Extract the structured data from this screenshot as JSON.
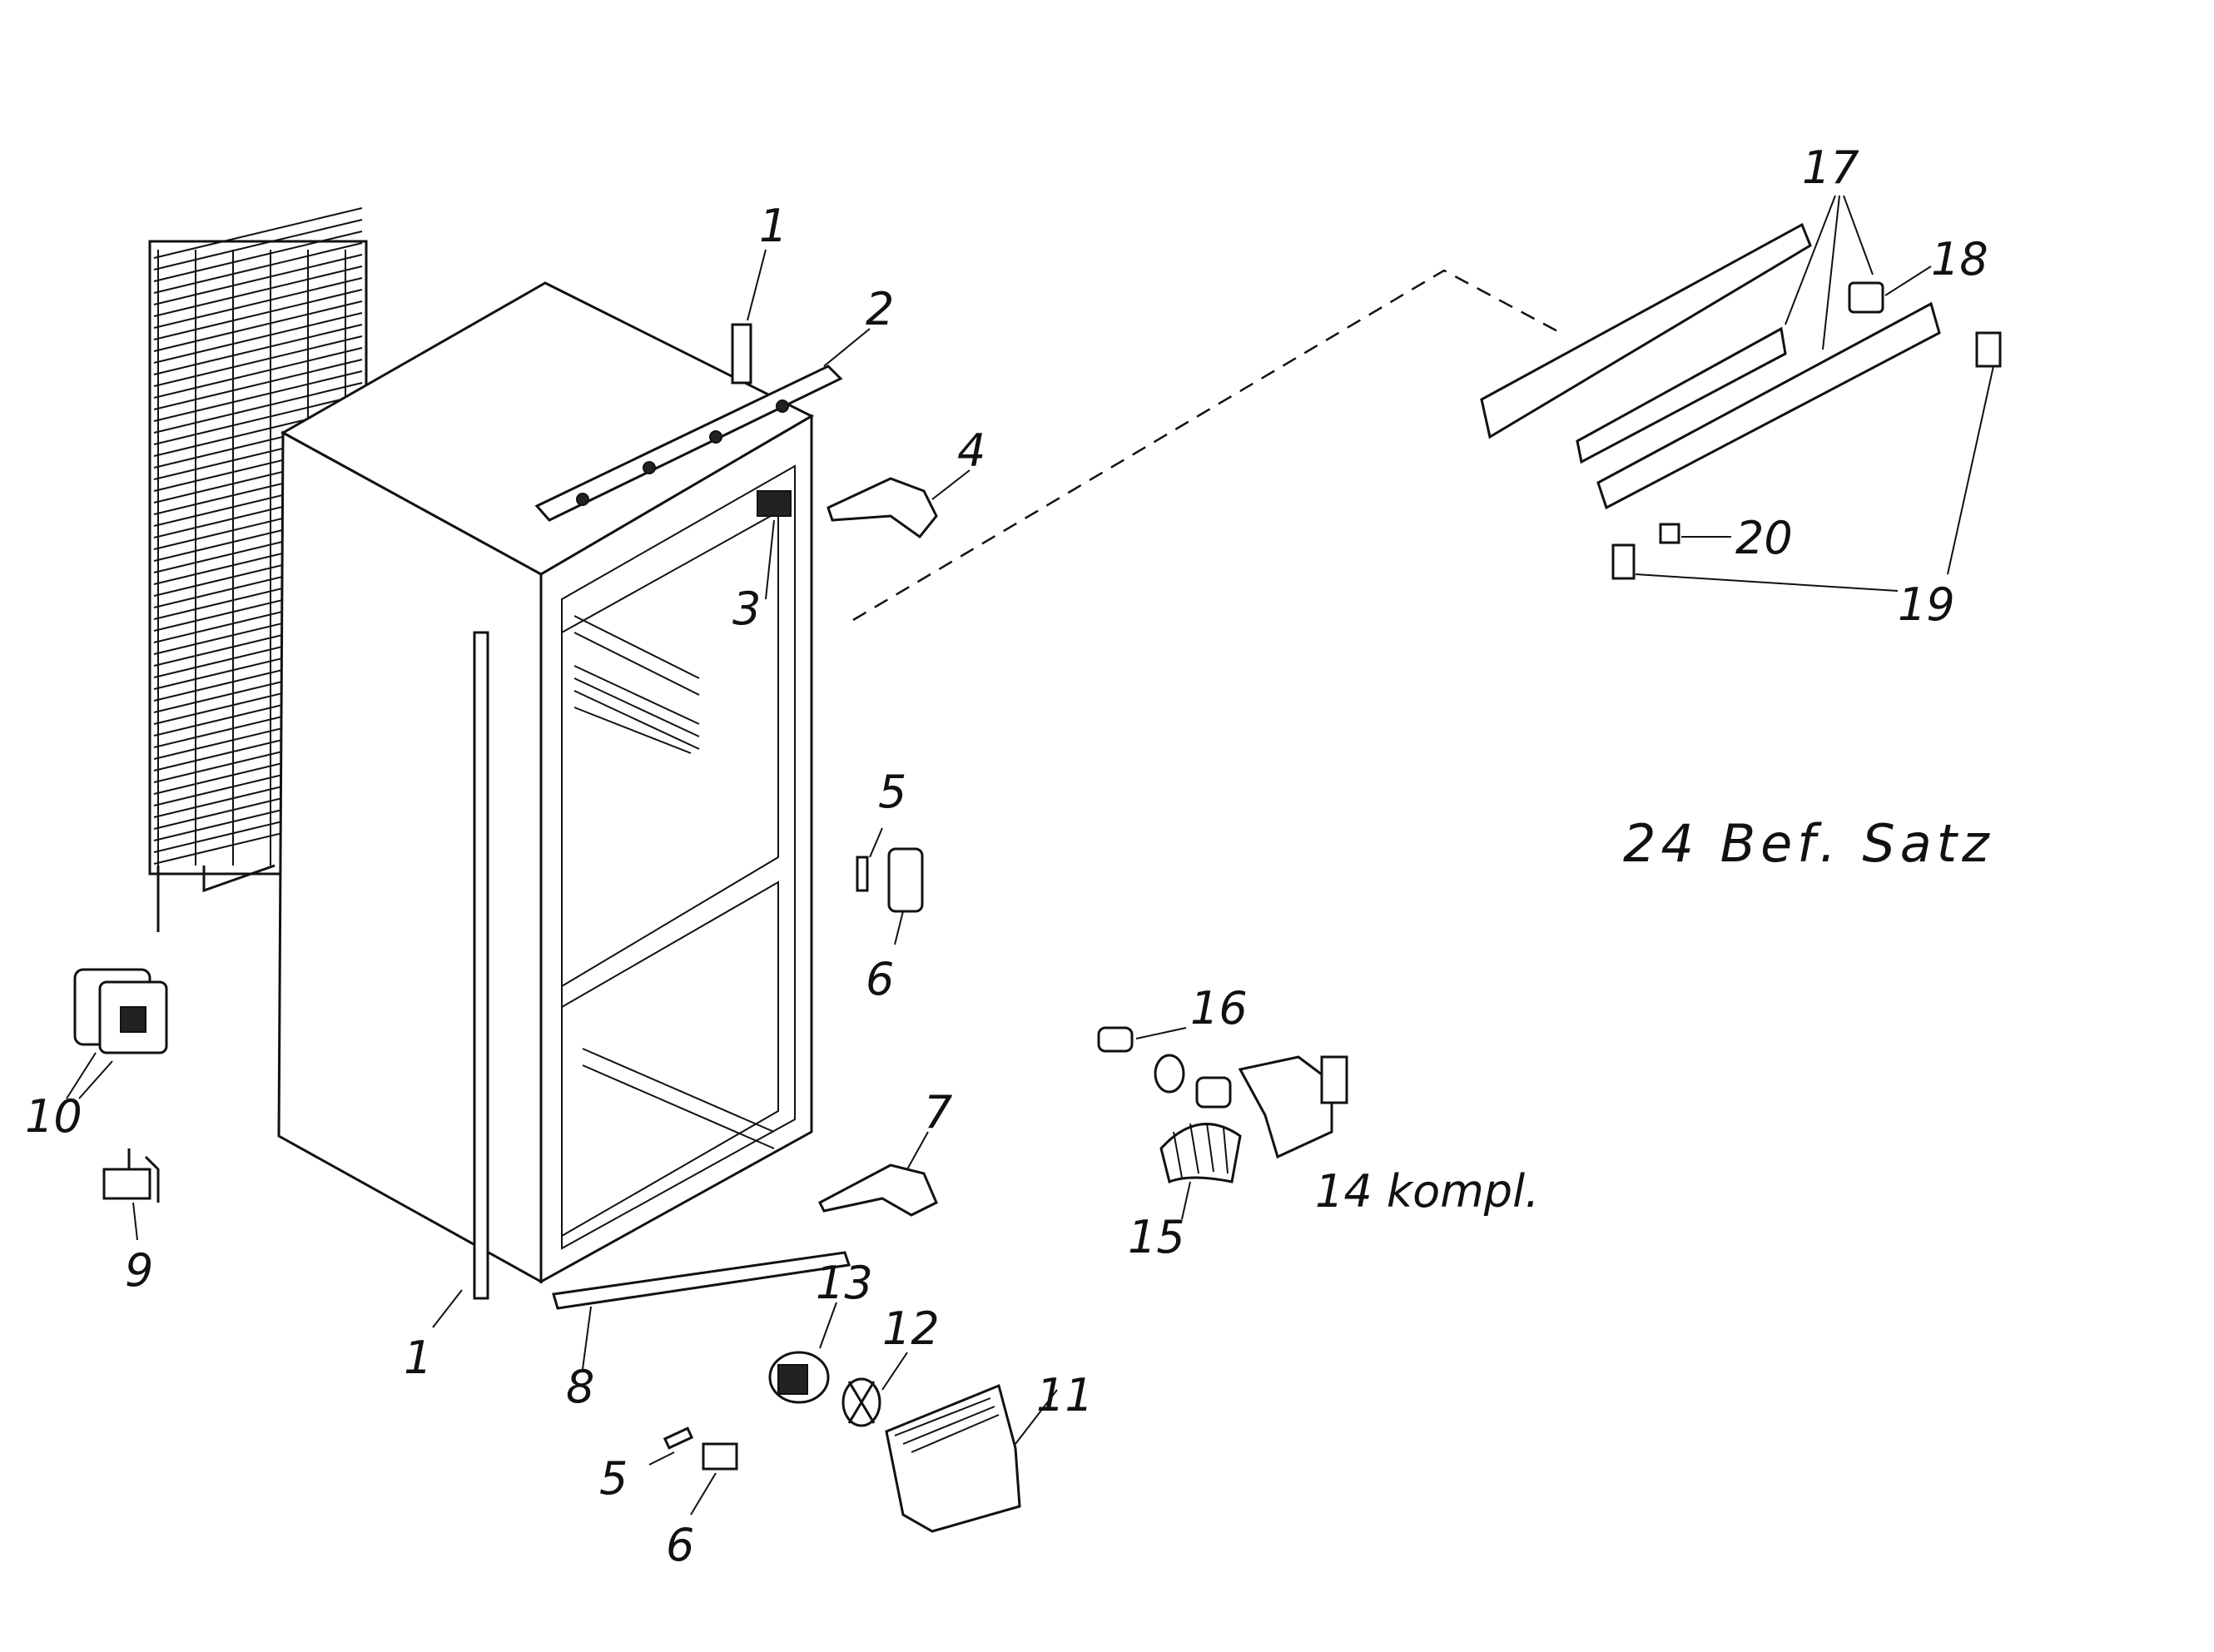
{
  "labels": {
    "p1_top": "1",
    "p1_bottom": "1",
    "p2": "2",
    "p3": "3",
    "p4": "4",
    "p5_upper": "5",
    "p5_lower": "5",
    "p6_upper": "6",
    "p6_lower": "6",
    "p7": "7",
    "p8": "8",
    "p9": "9",
    "p10": "10",
    "p11": "11",
    "p12": "12",
    "p13": "13",
    "p14": "14 kompl.",
    "p15": "15",
    "p16": "16",
    "p17": "17",
    "p18": "18",
    "p19": "19",
    "p20": "20",
    "p24": "24  Bef. Satz"
  }
}
